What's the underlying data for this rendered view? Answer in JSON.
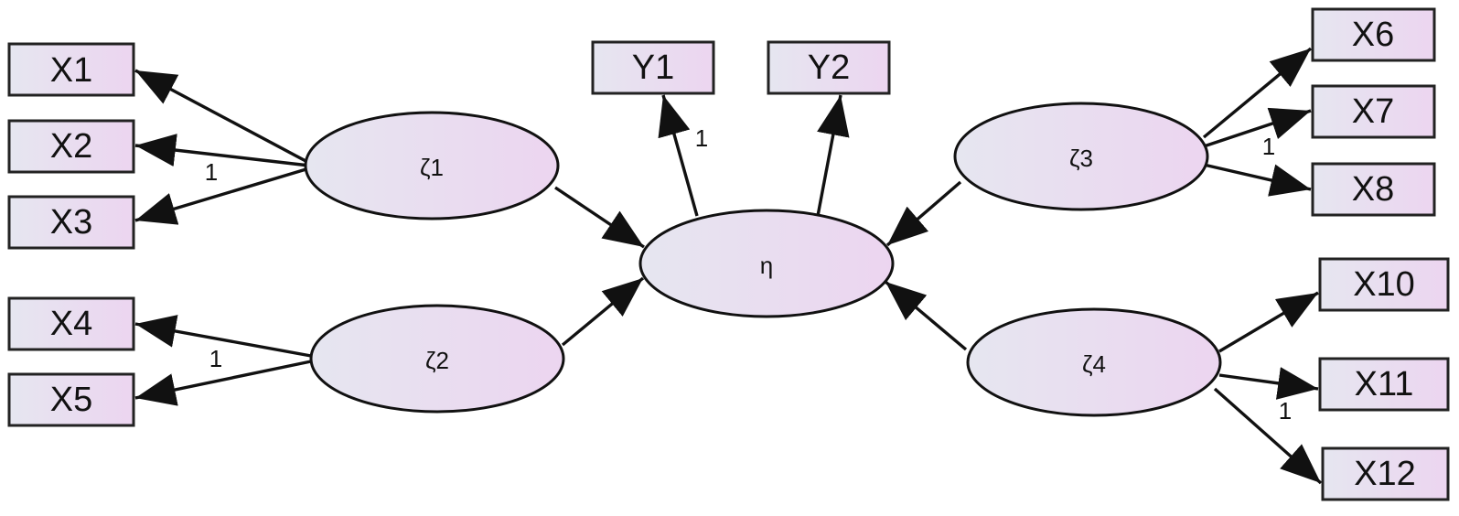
{
  "colors": {
    "fill_left": "#e6e6f0",
    "fill_right": "#ecd5f0",
    "stroke": "#111111"
  },
  "observed": {
    "X1": "X1",
    "X2": "X2",
    "X3": "X3",
    "X4": "X4",
    "X5": "X5",
    "X6": "X6",
    "X7": "X7",
    "X8": "X8",
    "X10": "X10",
    "X11": "X11",
    "X12": "X12",
    "Y1": "Y1",
    "Y2": "Y2"
  },
  "latent": {
    "z1": "ζ1",
    "z2": "ζ2",
    "z3": "ζ3",
    "z4": "ζ4",
    "eta": "η"
  },
  "weights": {
    "z1_x2": "1",
    "z2_x4": "1",
    "eta_y1": "1",
    "z3_x7": "1",
    "z4_x11": "1"
  }
}
